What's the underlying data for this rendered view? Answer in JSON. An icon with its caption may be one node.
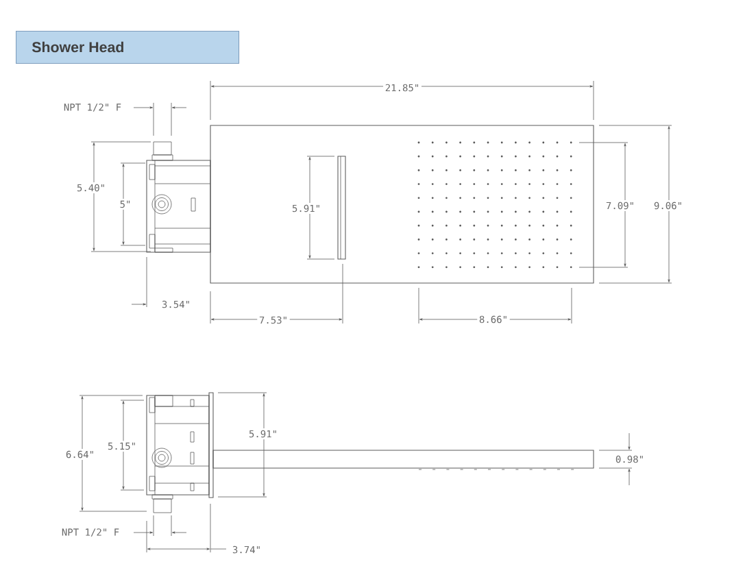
{
  "diagram": {
    "title": "Shower Head",
    "labels": [
      "21.85\"",
      "NPT 1/2\" F",
      "5.40\"",
      "5\"",
      "5.91\"",
      "7.09\"",
      "9.06\"",
      "3.54\"",
      "7.53\"",
      "8.66\"",
      "5.91\"",
      "6.64\"",
      "5.15\"",
      "0.98\"",
      "NPT 1/2\" F",
      "3.74\""
    ]
  }
}
